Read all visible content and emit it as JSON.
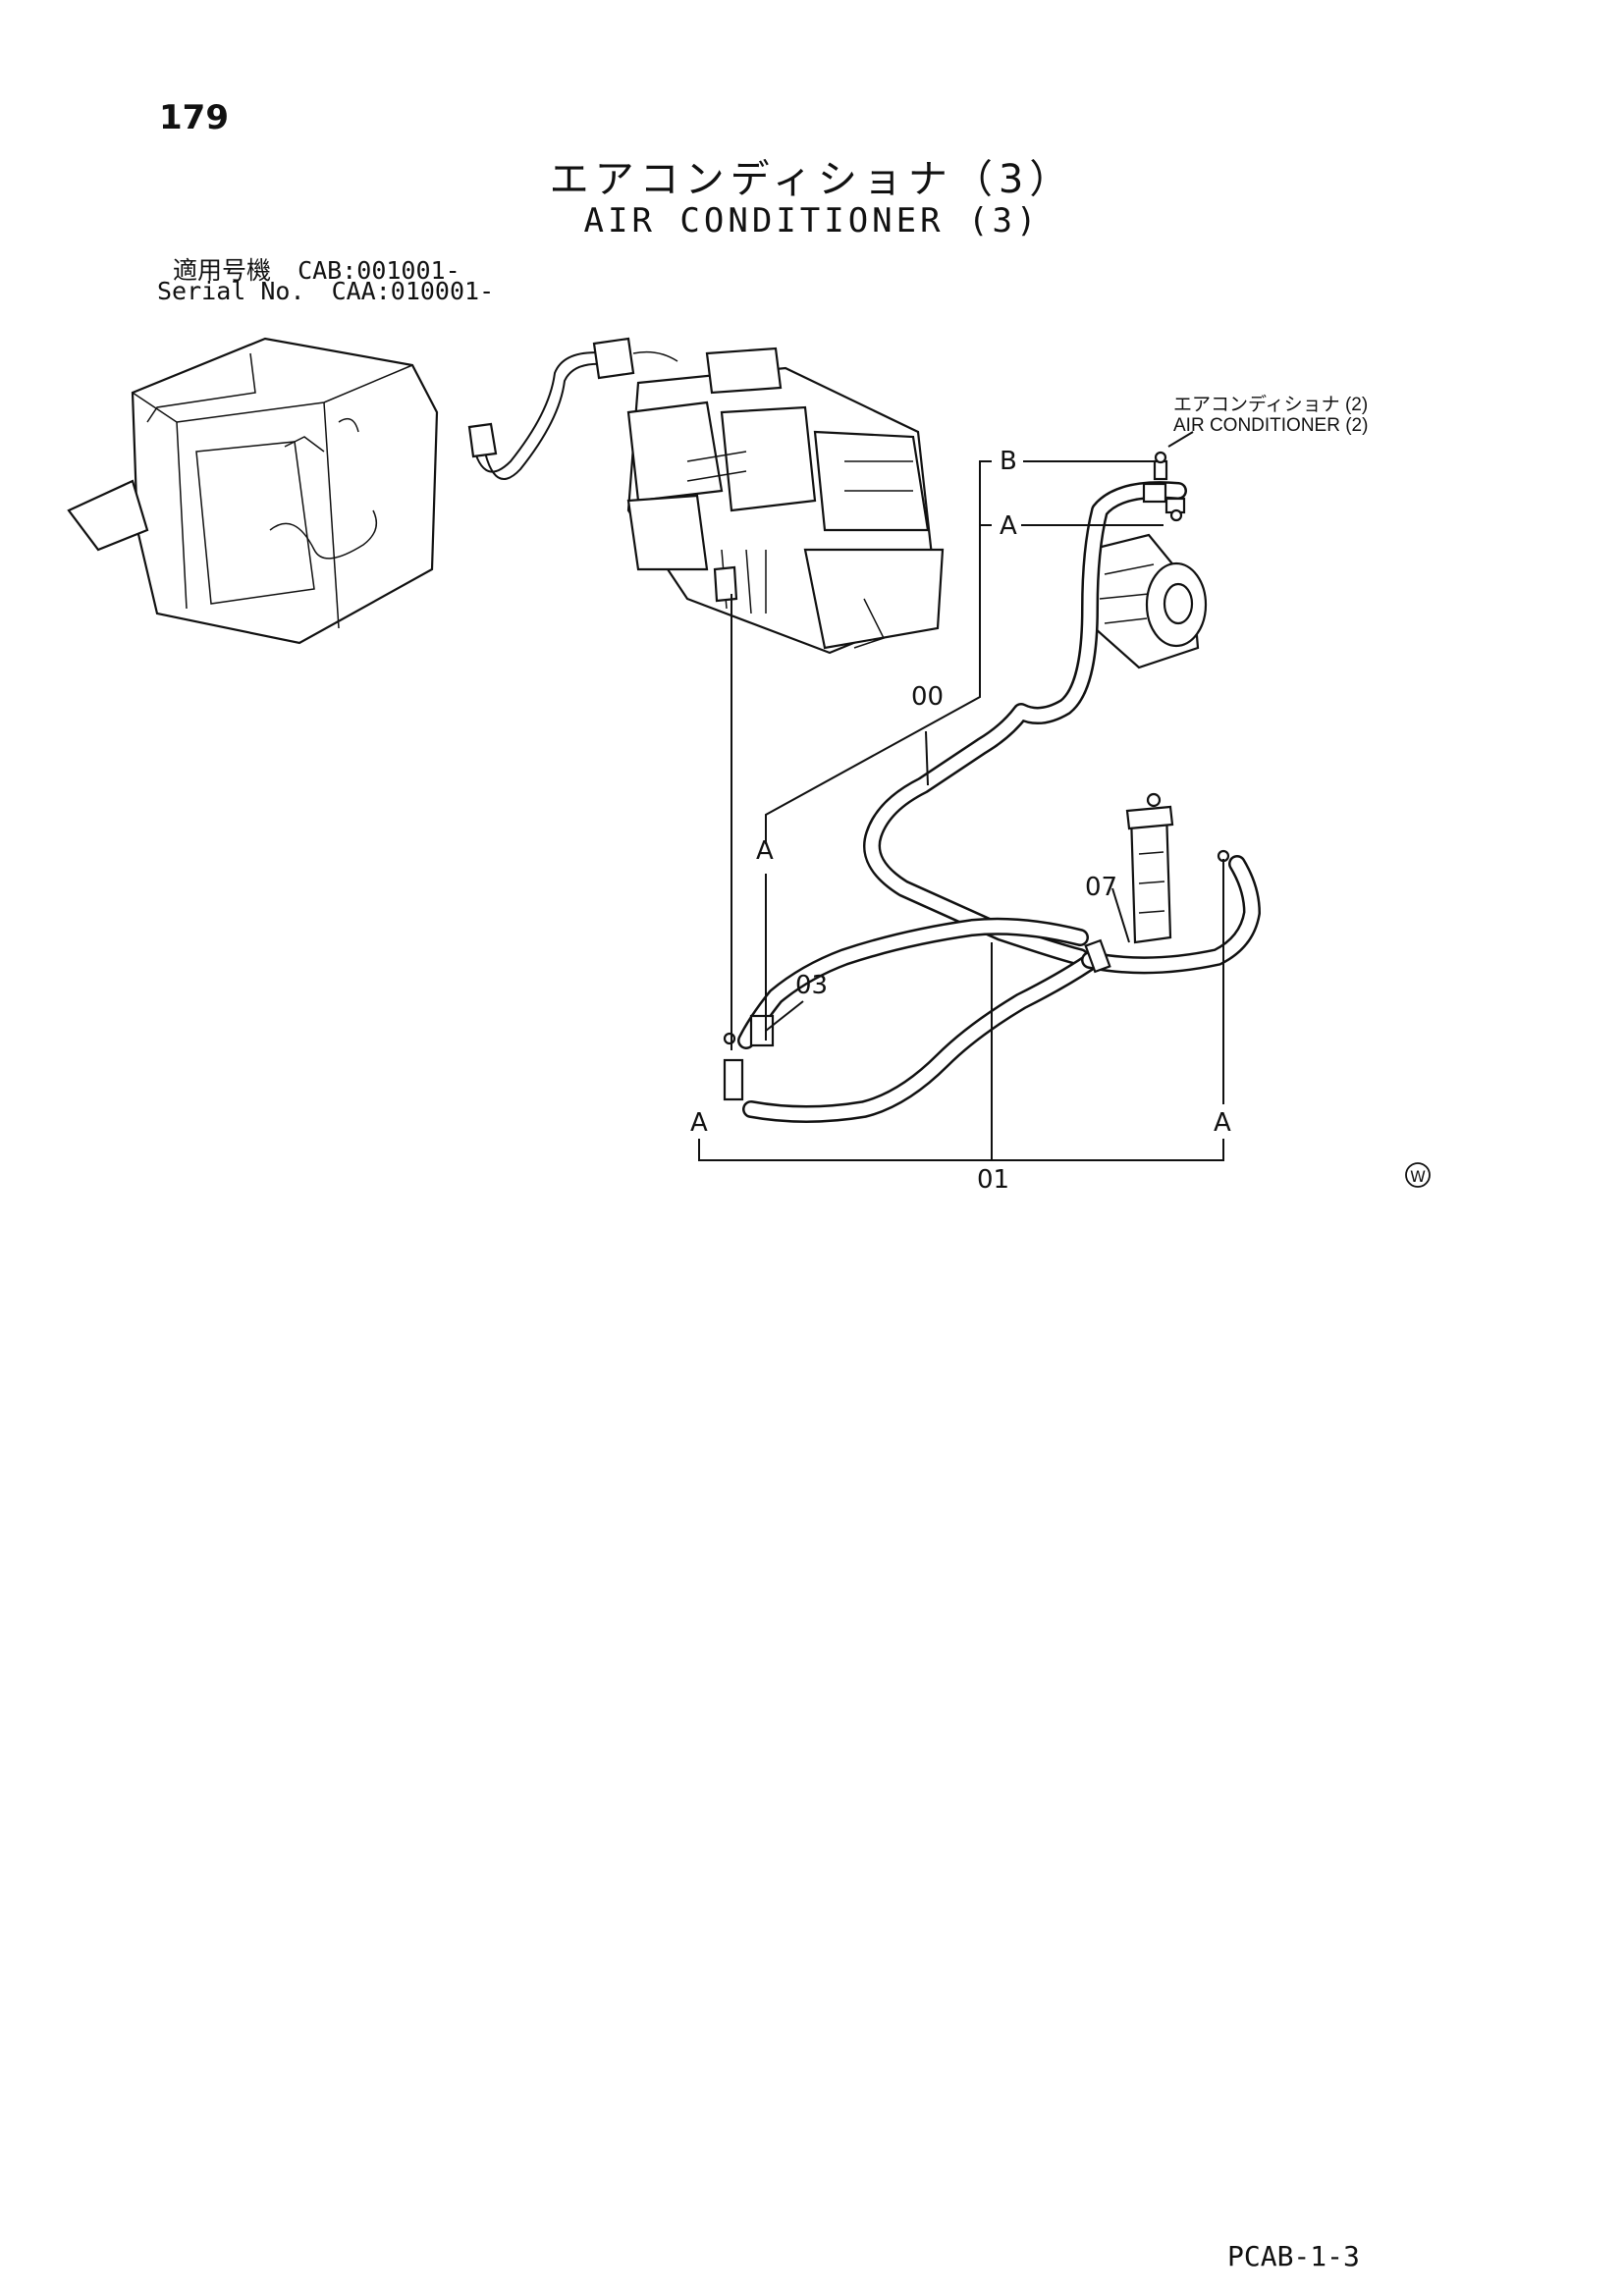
{
  "page_number": "179",
  "title_jp": "エアコンディショナ（3）",
  "title_en": "AIR CONDITIONER (3)",
  "serial": {
    "row1_label": "適用号機",
    "row1_value": "CAB:001001-",
    "row2_label": "Serial No.",
    "row2_value": "CAA:010001-"
  },
  "reference": {
    "jp": "エアコンディショナ (2)",
    "en": "AIR CONDITIONER (2)"
  },
  "callouts": {
    "B": "B",
    "A": "A",
    "p00": "00",
    "p01": "01",
    "p03": "03",
    "p07": "07"
  },
  "mark": "W",
  "footer_code": "PCAB-1-3"
}
